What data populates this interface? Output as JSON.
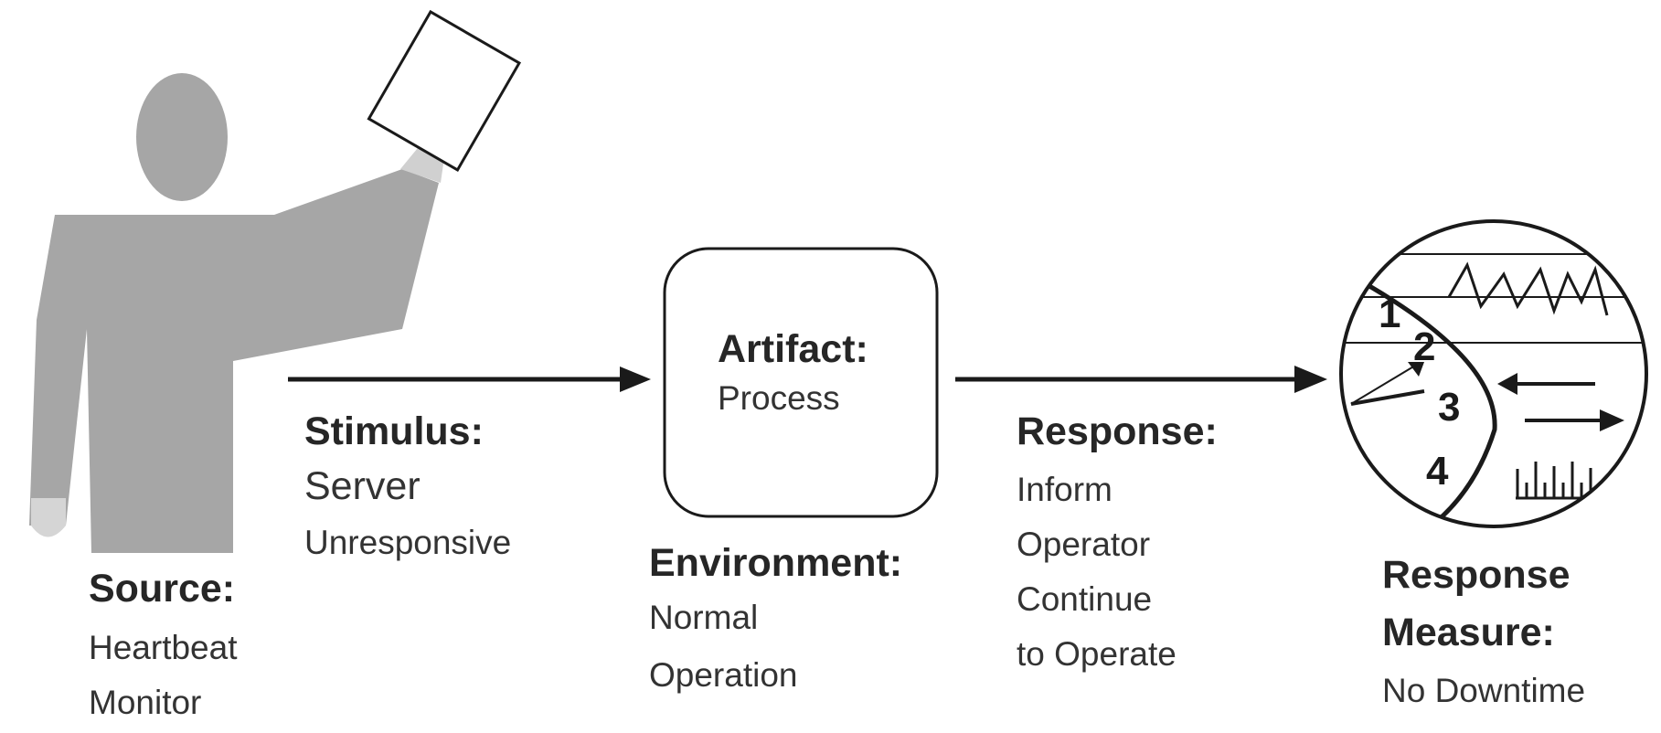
{
  "source": {
    "heading": "Source:",
    "lines": [
      "Heartbeat",
      "Monitor"
    ]
  },
  "stimulus": {
    "heading": "Stimulus:",
    "lines": [
      "Server",
      "Unresponsive"
    ]
  },
  "artifact": {
    "heading": "Artifact:",
    "value": "Process"
  },
  "environment": {
    "heading": "Environment:",
    "lines": [
      "Normal",
      "Operation"
    ]
  },
  "response": {
    "heading": "Response:",
    "lines": [
      "Inform",
      "Operator",
      "Continue",
      "to Operate"
    ]
  },
  "response_measure": {
    "heading_lines": [
      "Response",
      "Measure:"
    ],
    "value": "No Downtime"
  },
  "gauge": {
    "numbers": [
      "1",
      "2",
      "3",
      "4"
    ]
  }
}
